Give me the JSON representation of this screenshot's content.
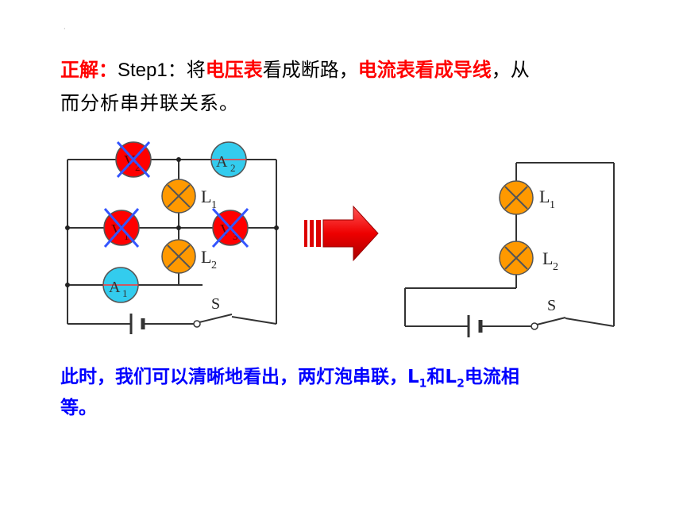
{
  "slide": {
    "dot": "·",
    "line1": {
      "prefix": "正解：",
      "step": "Step1：将",
      "red1": "电压表",
      "mid1": "看成断路，",
      "red2": "电流表看成导线",
      "suffix": "，从"
    },
    "line2": "而分析串并联关系。",
    "conclusion": {
      "part1": "此时，我们可以清晰地看出，两灯泡串联，",
      "l1": "L",
      "l1_sub": "1",
      "and": "和",
      "l2": "L",
      "l2_sub": "2",
      "part2": "电流相",
      "line2": "等。"
    }
  },
  "left_circuit": {
    "meters": [
      {
        "id": "v2",
        "label": "V",
        "sub": "2",
        "crossed": true,
        "color": "#ff0000"
      },
      {
        "id": "a2",
        "label": "A",
        "sub": "2",
        "crossed": false,
        "color": "#33ccee"
      },
      {
        "id": "v1",
        "label": "V",
        "sub": "1",
        "crossed": true,
        "color": "#ff0000"
      },
      {
        "id": "v3",
        "label": "V",
        "sub": "3",
        "crossed": true,
        "color": "#ff0000"
      },
      {
        "id": "a1",
        "label": "A",
        "sub": "1",
        "crossed": false,
        "color": "#33ccee"
      }
    ],
    "lamps": [
      {
        "label": "L",
        "sub": "1"
      },
      {
        "label": "L",
        "sub": "2"
      }
    ],
    "switch_label": "S"
  },
  "right_circuit": {
    "lamps": [
      {
        "label": "L",
        "sub": "1"
      },
      {
        "label": "L",
        "sub": "2"
      }
    ],
    "switch_label": "S"
  },
  "colors": {
    "red": "#ff0000",
    "blue_text": "#0000ff",
    "lamp": "#ff9900",
    "ammeter": "#33ccee",
    "cross": "#3355ff",
    "arrow": "#ff0000"
  }
}
